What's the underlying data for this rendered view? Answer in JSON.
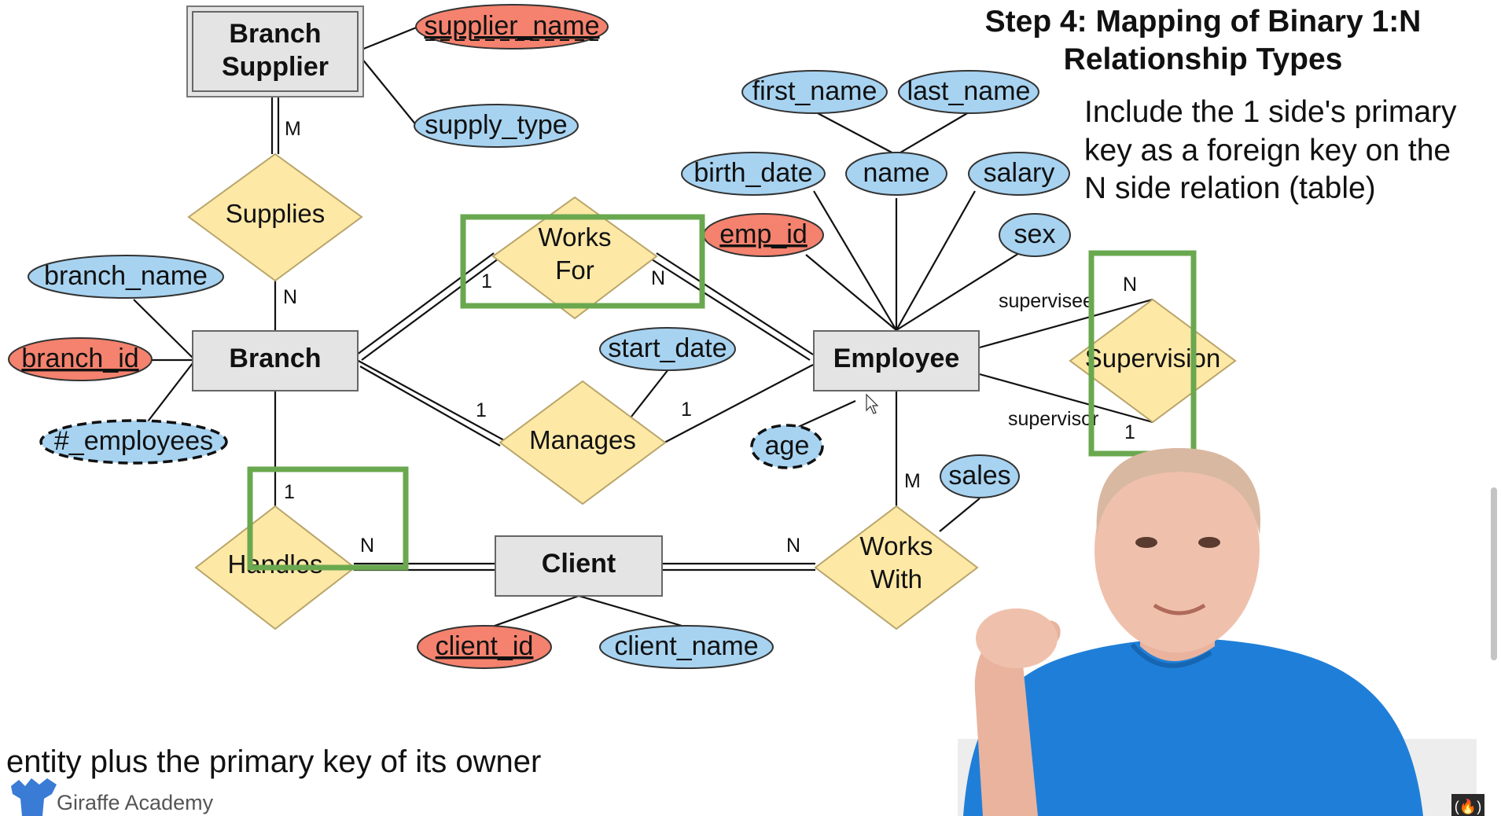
{
  "header": {
    "title_line1": "Step 4: Mapping of Binary 1:N",
    "title_line2": "Relationship Types",
    "desc_line1": "Include the 1 side's primary",
    "desc_line2": "key as a foreign key on the",
    "desc_line3": "N side relation (table)"
  },
  "entities": {
    "branch_supplier_l1": "Branch",
    "branch_supplier_l2": "Supplier",
    "branch": "Branch",
    "employee": "Employee",
    "client": "Client"
  },
  "relationships": {
    "supplies": "Supplies",
    "works_for_l1": "Works",
    "works_for_l2": "For",
    "manages": "Manages",
    "handles": "Handles",
    "works_with_l1": "Works",
    "works_with_l2": "With",
    "supervision": "Supervision"
  },
  "attributes": {
    "supplier_name": "supplier_name",
    "supply_type": "supply_type",
    "branch_name": "branch_name",
    "branch_id": "branch_id",
    "num_employees": "#_employees",
    "start_date": "start_date",
    "first_name": "first_name",
    "last_name": "last_name",
    "birth_date": "birth_date",
    "name": "name",
    "salary": "salary",
    "emp_id": "emp_id",
    "sex": "sex",
    "age": "age",
    "sales": "sales",
    "client_id": "client_id",
    "client_name": "client_name"
  },
  "cardinalities": {
    "supplies_top": "M",
    "supplies_bottom": "N",
    "works_for_left": "1",
    "works_for_right": "N",
    "manages_left": "1",
    "manages_right": "1",
    "handles_top": "1",
    "handles_right": "N",
    "works_with_top": "M",
    "works_with_left": "N",
    "supervision_top": "N",
    "supervision_bottom": "1"
  },
  "roles": {
    "supervisee": "supervisee",
    "supervisor": "supervisor"
  },
  "caption": "entity plus the primary key of its owner",
  "brand": "Giraffe Academy",
  "colors": {
    "key_attr": "#f4826e",
    "attr": "#a7d3f1",
    "relationship": "#fde8a6",
    "entity": "#e4e4e4",
    "highlight": "#6aa84f"
  }
}
